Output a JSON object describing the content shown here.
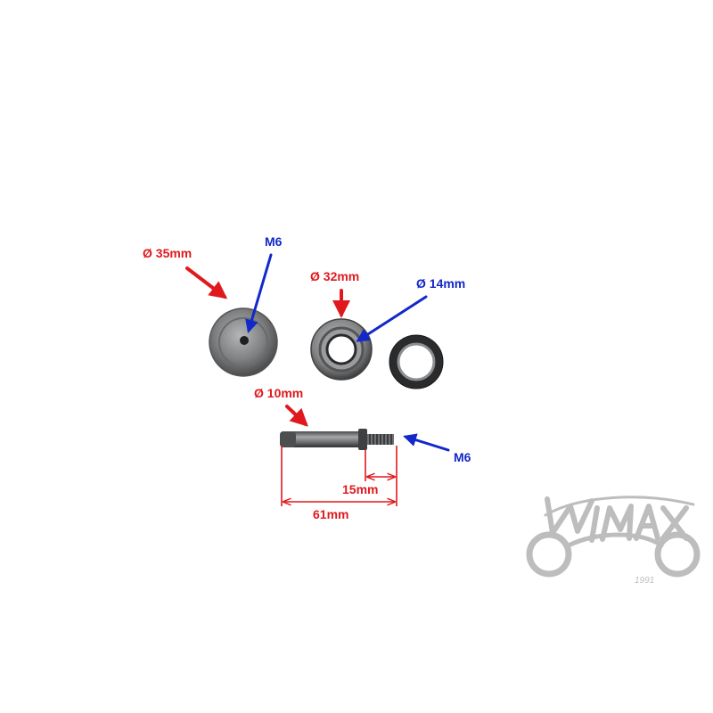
{
  "labels": {
    "pulley_diameter": "Ø 35mm",
    "pulley_thread": "M6",
    "bearing_outer": "Ø 32mm",
    "bearing_inner": "Ø 14mm",
    "shaft_diameter": "Ø 10mm",
    "shaft_thread": "M6",
    "thread_length": "15mm",
    "shaft_length": "61mm"
  },
  "logo": {
    "text": "WIMAX",
    "year": "1991"
  },
  "colors": {
    "red": "#e0191e",
    "blue": "#1228c8",
    "metal": "#8a8c8e",
    "metal_dark": "#3a3b3d",
    "logo_gray": "#bdbdbd"
  }
}
